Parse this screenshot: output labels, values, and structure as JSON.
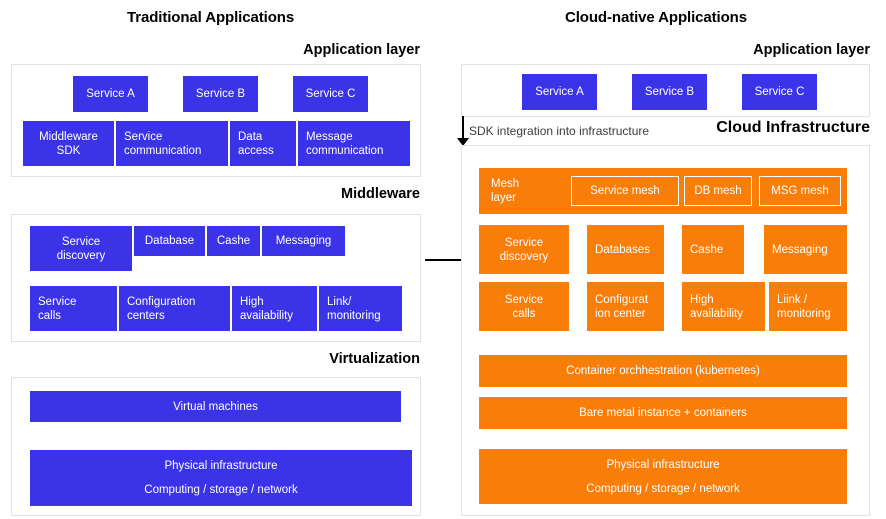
{
  "colors": {
    "blue": "#3a33e8",
    "orange": "#f97d09",
    "panel_border": "#e3e3e3",
    "text_dark": "#000000",
    "box_text": "#ffffff"
  },
  "left": {
    "title": "Traditional Applications",
    "labels": {
      "application_layer": "Application layer",
      "middleware": "Middleware",
      "virtualization": "Virtualization"
    },
    "application_layer": {
      "services": [
        {
          "label": "Service A"
        },
        {
          "label": "Service B"
        },
        {
          "label": "Service C"
        }
      ],
      "components": [
        {
          "line1": "Middleware",
          "line2": "SDK"
        },
        {
          "line1": "Service",
          "line2": "communication"
        },
        {
          "line1": "Data",
          "line2": "access"
        },
        {
          "line1": "Message",
          "line2": "communication"
        }
      ]
    },
    "middleware": {
      "row1": [
        {
          "line1": "Service",
          "line2": "discovery"
        },
        {
          "line1": "Database",
          "line2": ""
        },
        {
          "line1": "Cashe",
          "line2": ""
        },
        {
          "line1": "Messaging",
          "line2": ""
        }
      ],
      "row2": [
        {
          "line1": "Service",
          "line2": "calls"
        },
        {
          "line1": "Configuration",
          "line2": "centers"
        },
        {
          "line1": "High",
          "line2": "availability"
        },
        {
          "line1": "Link/",
          "line2": "monitoring"
        }
      ]
    },
    "virtualization": {
      "virtual_machines": "Virtual machines",
      "physical": {
        "line1": "Physical infrastructure",
        "line2": "Computing / storage / network"
      }
    }
  },
  "right": {
    "title": "Cloud-native Applications",
    "labels": {
      "application_layer": "Application layer",
      "cloud_infrastructure": "Cloud  Infrastructure"
    },
    "sdk_note": "SDK integration into infrastructure",
    "application_layer": {
      "services": [
        {
          "label": "Service A"
        },
        {
          "label": "Service B"
        },
        {
          "label": "Service C"
        }
      ]
    },
    "mesh_layer": {
      "title_line1": "Mesh",
      "title_line2": "layer",
      "items": [
        {
          "label": "Service mesh"
        },
        {
          "label": "DB mesh"
        },
        {
          "label": "MSG mesh"
        }
      ]
    },
    "capabilities": {
      "row1": [
        {
          "line1": "Service",
          "line2": "discovery"
        },
        {
          "line1": "Databases",
          "line2": ""
        },
        {
          "line1": "Cashe",
          "line2": ""
        },
        {
          "line1": "Messaging",
          "line2": ""
        }
      ],
      "row2": [
        {
          "line1": "Service",
          "line2": "calls"
        },
        {
          "line1": "Configurat",
          "line2": "ion center"
        },
        {
          "line1": "High",
          "line2": "availability"
        },
        {
          "line1": "Liink /",
          "line2": "monitoring"
        }
      ]
    },
    "infrastructure": {
      "container_orchestration": "Container orchhestration (kubernetes)",
      "bare_metal": "Bare metal instance + containers",
      "physical": {
        "line1": "Physical infrastructure",
        "line2": "Computing / storage / network"
      }
    }
  }
}
